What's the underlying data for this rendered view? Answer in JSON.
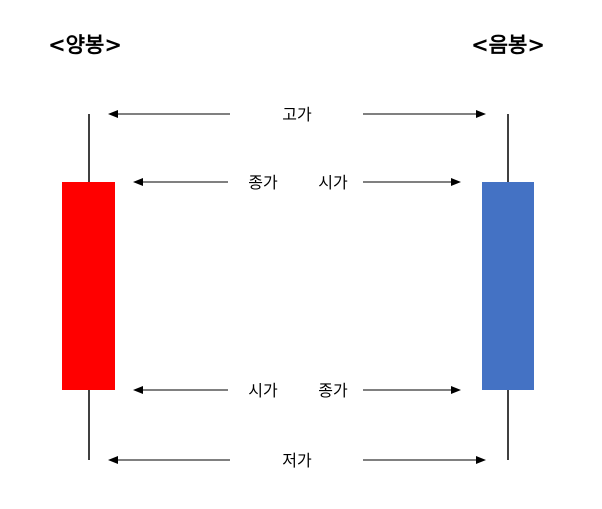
{
  "titles": {
    "bullish": "<양봉>",
    "bearish": "<음봉>"
  },
  "labels": {
    "high": "고가",
    "close_top": "종가",
    "open_top": "시가",
    "open_bottom": "시가",
    "close_bottom": "종가",
    "low": "저가"
  },
  "colors": {
    "bullish_body": "#ff0000",
    "bearish_body": "#4472c4"
  }
}
